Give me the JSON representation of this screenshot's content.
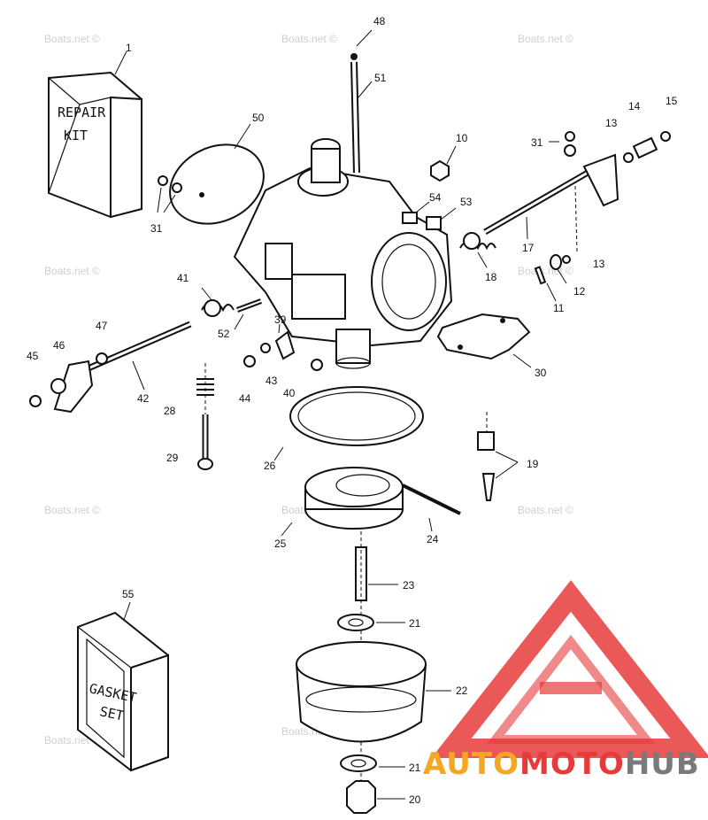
{
  "watermark_text": "Boats.net ©",
  "callouts": [
    "1",
    "48",
    "51",
    "50",
    "10",
    "31",
    "14",
    "15",
    "13",
    "54",
    "53",
    "31",
    "17",
    "13",
    "12",
    "11",
    "18",
    "41",
    "47",
    "45",
    "46",
    "42",
    "52",
    "39",
    "43",
    "44",
    "40",
    "28",
    "29",
    "30",
    "26",
    "19",
    "25",
    "24",
    "23",
    "21",
    "22",
    "21",
    "20",
    "55"
  ],
  "repair_kit": {
    "line1": "REPAIR",
    "line2": "KIT"
  },
  "gasket_set": {
    "line1": "GASKET",
    "line2": "SET"
  },
  "logo": {
    "part1": "AUTO",
    "part2": "MOTO",
    "part3": "HUB"
  },
  "colors": {
    "logo_red": "#e63b3b",
    "logo_orange": "#f5a623",
    "logo_grey": "#7a7a7a"
  }
}
